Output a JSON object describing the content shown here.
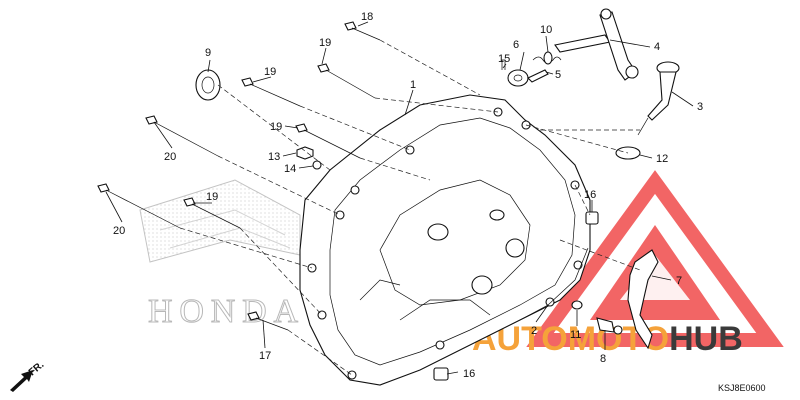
{
  "diagram": {
    "callouts": [
      "1",
      "2",
      "3",
      "4",
      "5",
      "6",
      "7",
      "8",
      "9",
      "10",
      "11",
      "12",
      "13",
      "14",
      "15",
      "16",
      "16",
      "17",
      "18",
      "19",
      "19",
      "19",
      "19",
      "20",
      "20"
    ],
    "diagram_code": "KSJ8E0600",
    "direction_label": "FR."
  },
  "watermark": {
    "part1": "AUTO",
    "part2": "MOTO",
    "part3": "HUB",
    "brand": "HONDA"
  },
  "colors": {
    "watermark_red": "#f04a4a",
    "watermark_orange": "#f5a23a",
    "watermark_dark": "#3a3a3a",
    "line": "#111111"
  }
}
